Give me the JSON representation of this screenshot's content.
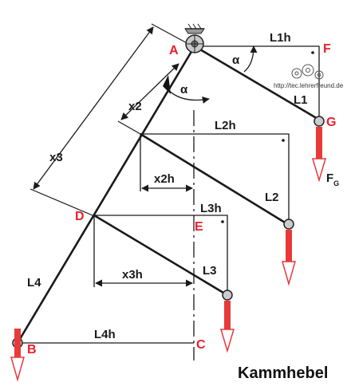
{
  "title": "Kammhebel",
  "watermark": "http://tec.lehrerfreund.de",
  "points": {
    "A": "A",
    "B": "B",
    "C": "C",
    "D": "D",
    "E": "E",
    "F": "F",
    "G": "G"
  },
  "lengths": {
    "L1": "L1",
    "L2": "L2",
    "L3": "L3",
    "L4": "L4",
    "L1h": "L1h",
    "L2h": "L2h",
    "L3h": "L3h",
    "L4h": "L4h"
  },
  "distances": {
    "x2": "x2",
    "x3": "x3",
    "x2h": "x2h",
    "x3h": "x3h"
  },
  "angle": "α",
  "force": {
    "symbol": "F",
    "subscript": "G"
  },
  "colors": {
    "point_label": "#e8202a",
    "force_arrow": "#e83a3a",
    "line": "#1a1a1a"
  }
}
